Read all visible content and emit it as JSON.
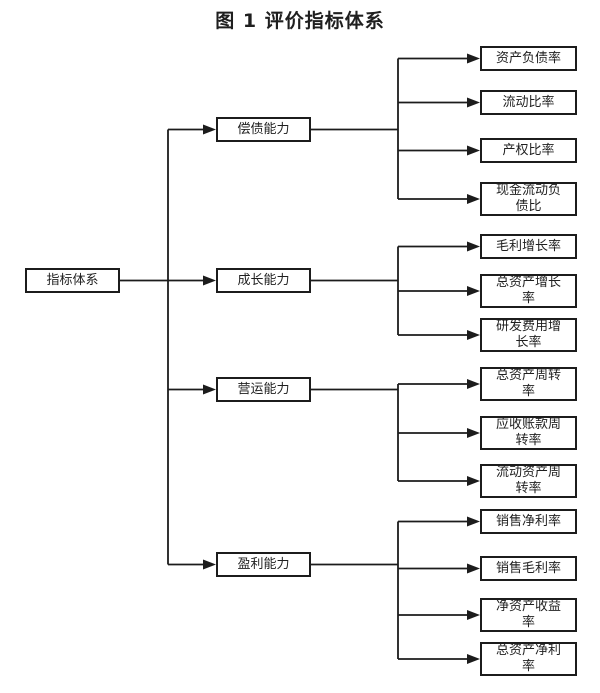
{
  "title": "图 1 评价指标体系",
  "root_label": "指标体系",
  "branches": [
    {
      "label": "偿债能力",
      "children": [
        "资产负债率",
        "流动比率",
        "产权比率",
        "现金流动负\n债比"
      ]
    },
    {
      "label": "成长能力",
      "children": [
        "毛利增长率",
        "总资产增长\n率",
        "研发费用增\n长率"
      ]
    },
    {
      "label": "营运能力",
      "children": [
        "总资产周转\n率",
        "应收账款周\n转率",
        "流动资产周\n转率"
      ]
    },
    {
      "label": "盈利能力",
      "children": [
        "销售净利率",
        "销售毛利率",
        "净资产收益\n率",
        "总资产净利\n率"
      ]
    }
  ],
  "colors": {
    "line": "#1c1c1c",
    "box_border": "#1c1c1c",
    "box_fill": "#ffffff",
    "text": "#1f1f1f",
    "background": "#ffffff"
  }
}
